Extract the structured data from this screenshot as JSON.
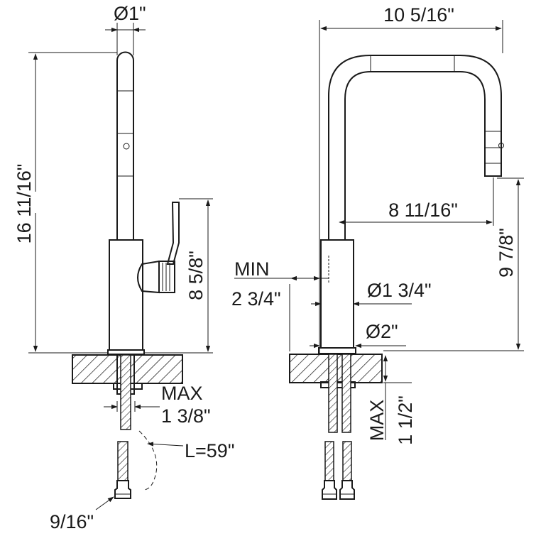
{
  "left_view": {
    "spout_diameter": "Ø1\"",
    "total_height": "16 11/16\"",
    "handle_height": "8 5/8\"",
    "max_label": "MAX",
    "max_value": "1 3/8\"",
    "hose_length": "L=59\"",
    "connector_size": "9/16\""
  },
  "right_view": {
    "reach": "10 5/16\"",
    "spray_reach": "8 11/16\"",
    "spout_clearance": "9 7/8\"",
    "min_label": "MIN",
    "min_value": "2 3/4\"",
    "body_diameter": "Ø1 3/4\"",
    "base_diameter": "Ø2\"",
    "max_label": "MAX",
    "max_value": "1 1/2\""
  }
}
